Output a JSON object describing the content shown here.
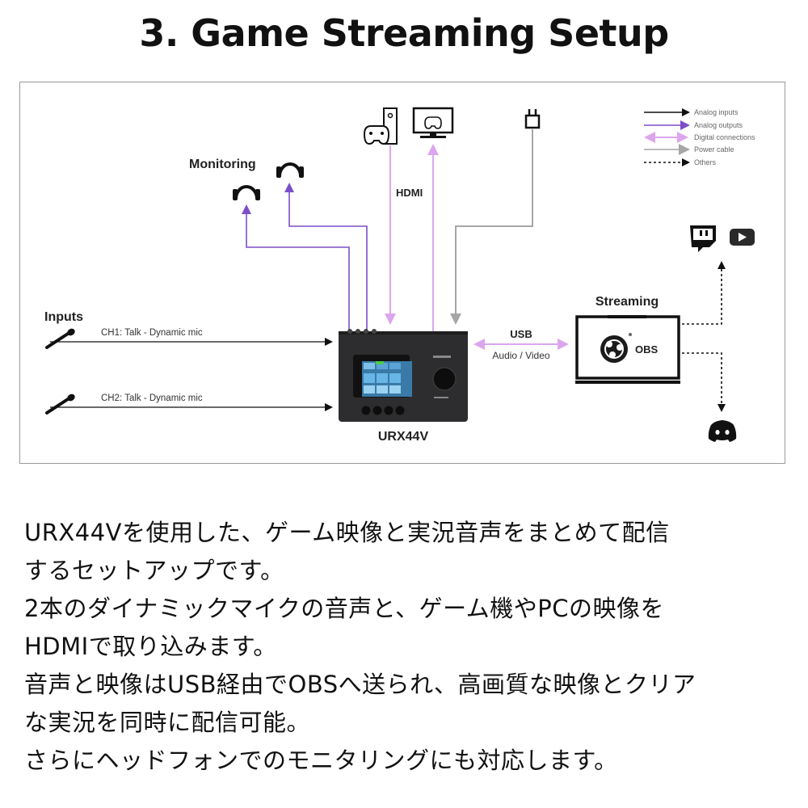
{
  "title": "3. Game Streaming Setup",
  "diagram": {
    "legend": [
      {
        "label": "Analog inputs",
        "style": "solid-arrow",
        "color": "#111111"
      },
      {
        "label": "Analog outputs",
        "style": "solid-arrow",
        "color": "#7b4fc9"
      },
      {
        "label": "Digital connections",
        "style": "double-arrow",
        "color": "#dca6ee"
      },
      {
        "label": "Power cable",
        "style": "solid-arrow",
        "color": "#a6a6a6"
      },
      {
        "label": "Others",
        "style": "dotted-arrow",
        "color": "#111111"
      }
    ],
    "monitoring_label": "Monitoring",
    "hdmi_label": "HDMI",
    "inputs_label": "Inputs",
    "ch1_label": "CH1: Talk - Dynamic mic",
    "ch2_label": "CH2: Talk - Dynamic mic",
    "device_label": "URX44V",
    "usb_label": "USB",
    "usb_sub_label": "Audio / Video",
    "streaming_label": "Streaming",
    "obs_label": "OBS",
    "colors": {
      "analog_in": "#111111",
      "analog_out": "#7b4fc9",
      "digital": "#dca6ee",
      "power": "#a6a6a6",
      "others": "#111111"
    }
  },
  "description": [
    "URX44Vを使用した、ゲーム映像と実況音声をまとめて配信",
    "するセットアップです。",
    "2本のダイナミックマイクの音声と、ゲーム機やPCの映像を",
    "HDMIで取り込みます。",
    "音声と映像はUSB経由でOBSへ送られ、高画質な映像とクリア",
    "な実況を同時に配信可能。",
    "さらにヘッドフォンでのモニタリングにも対応します。"
  ]
}
